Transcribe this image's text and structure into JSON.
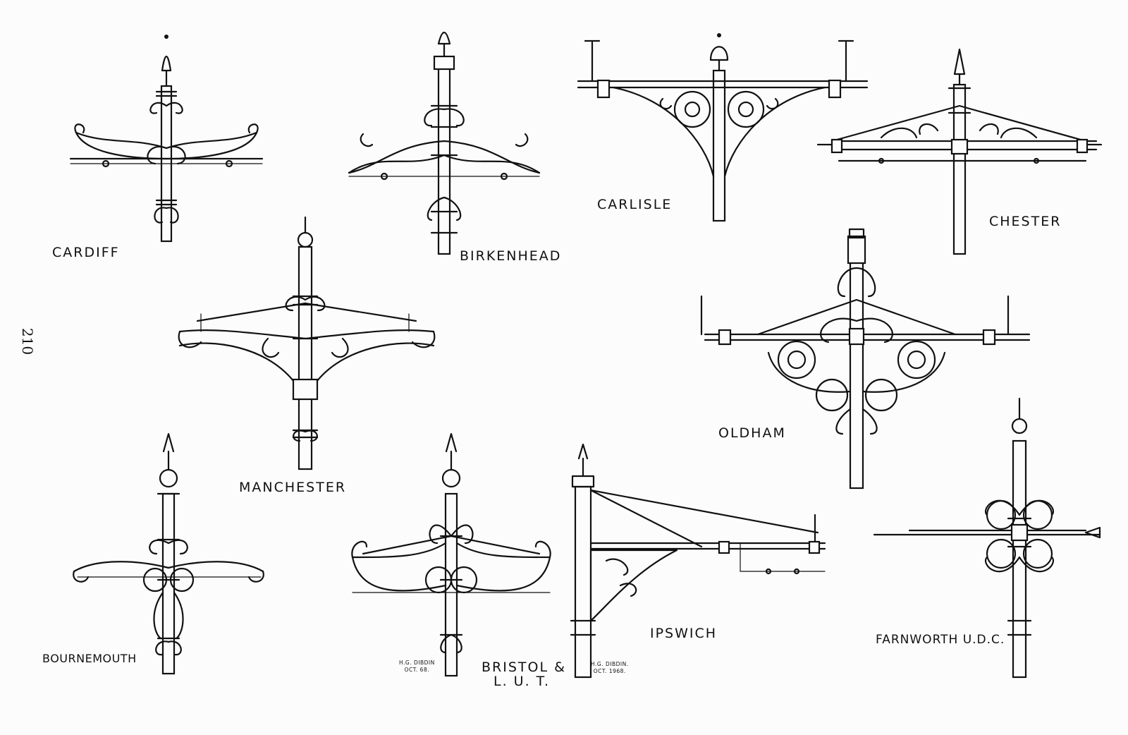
{
  "page_number": "210",
  "labels": {
    "cardiff": "CARDIFF",
    "birkenhead": "BIRKENHEAD",
    "carlisle": "CARLISLE",
    "chester": "CHESTER",
    "manchester": "MANCHESTER",
    "oldham": "OLDHAM",
    "bournemouth": "BOURNEMOUTH",
    "bristol_line1": "BRISTOL &",
    "bristol_line2": "L. U. T.",
    "ipswich": "IPSWICH",
    "farnworth": "FARNWORTH U.D.C."
  },
  "signatures": {
    "left_line1": "H.G. DIBDIN",
    "left_line2": "OCT. 68.",
    "right_line1": "H.G. DIBDIN.",
    "right_line2": "OCT. 1968."
  },
  "colors": {
    "ink": "#111111",
    "paper": "#fcfcfc"
  }
}
